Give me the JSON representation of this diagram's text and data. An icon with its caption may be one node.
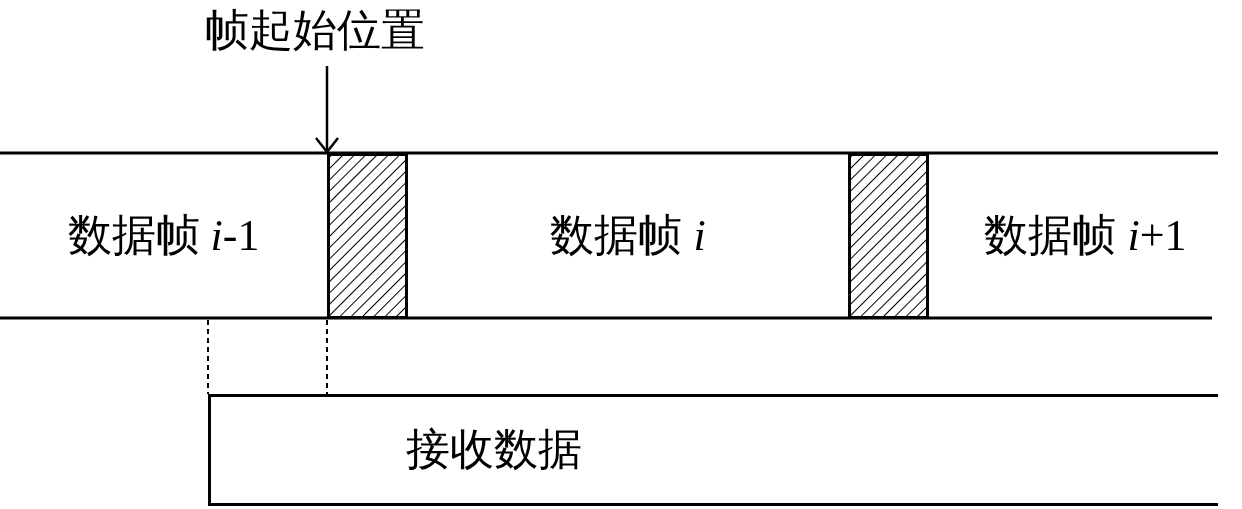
{
  "diagram": {
    "nodes": [
      {
        "text": [
          "帧起始位置"
        ]
      },
      {
        "text": [
          "数据帧 *i*-1"
        ]
      },
      {
        "text": [],
        "shape": "box"
      },
      {
        "text": [
          "数据帧 *i*"
        ]
      },
      {
        "text": [],
        "shape": "box"
      },
      {
        "text": [
          "数据帧 *i*+1"
        ]
      },
      {
        "text": [
          "接收数据"
        ]
      }
    ],
    "edges": [
      {
        "from": 0,
        "to": 2,
        "arrow": "to"
      }
    ]
  }
}
